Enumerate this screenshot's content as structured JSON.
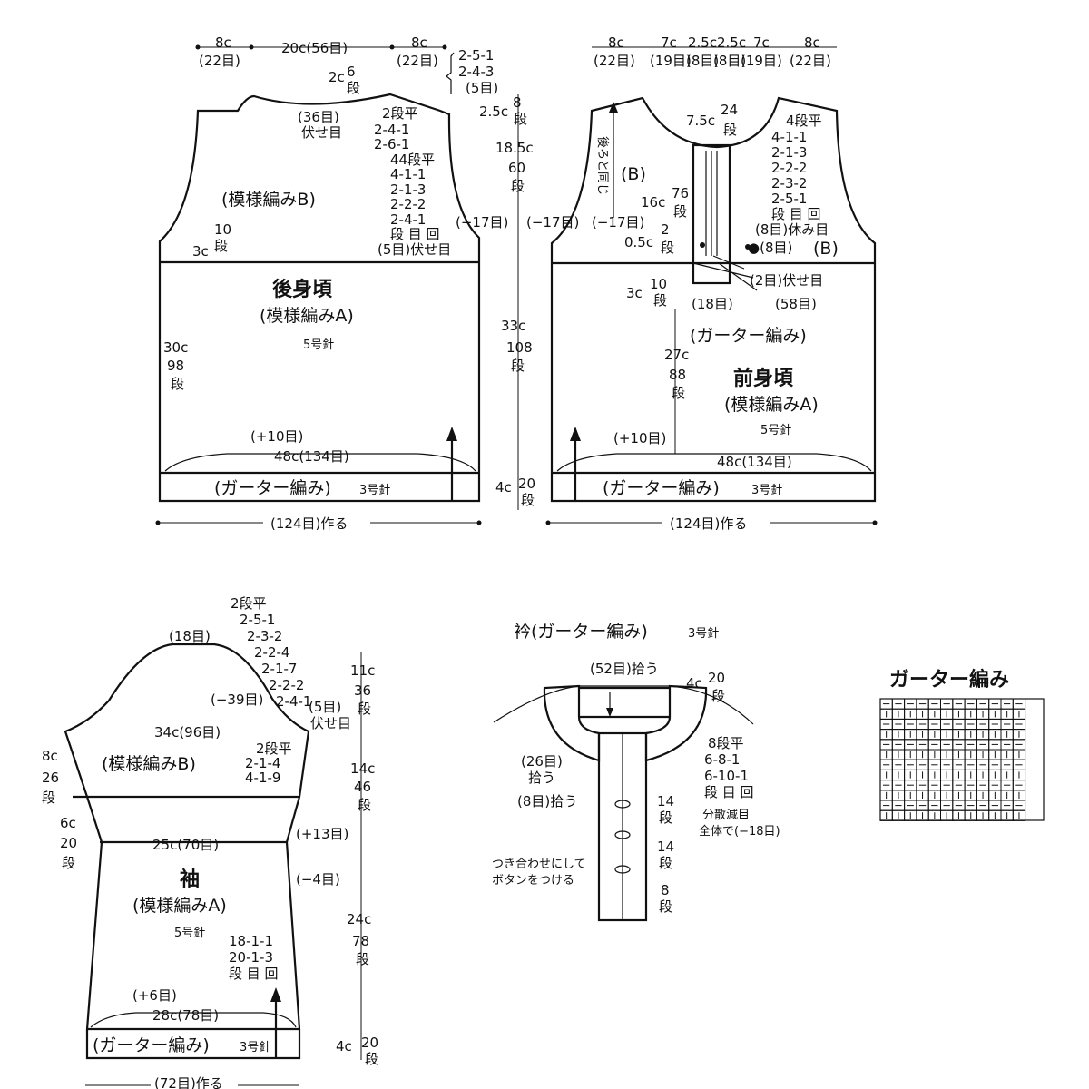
{
  "back": {
    "title": "後身頃",
    "pattern_a": "(模様編みA)",
    "needle": "5号針",
    "pattern_b": "(模様編みB)",
    "garter": "(ガーター編み)",
    "garter_needle": "3号針",
    "top_dims": [
      "8c",
      "20c(56目)",
      "8c"
    ],
    "top_sub": [
      "(22目)",
      "(22目)"
    ],
    "shoulder": [
      "2-5-1",
      "2-4-3",
      "(5目)"
    ],
    "neck_depth": [
      "2c",
      "6",
      "段"
    ],
    "neck_bind": [
      "(36目)",
      "伏せ目"
    ],
    "armhole": [
      "2段平",
      "2-4-1",
      "2-6-1",
      "44段平",
      "4-1-1",
      "2-1-3",
      "2-2-2",
      "2-4-1",
      "段 目 回",
      "(5目)伏せ目"
    ],
    "armhole_dec": "(−17目)",
    "side_b": [
      "10",
      "段",
      "3c"
    ],
    "side_a": [
      "30c",
      "98",
      "段"
    ],
    "inc": "(+10目)",
    "width": "48c(134目)",
    "cast": "(124目)作る"
  },
  "mid_dims": [
    "8",
    "段",
    "2.5c",
    "18.5c",
    "60",
    "段",
    "(−17目)",
    "33c",
    "108",
    "段",
    "4c",
    "20",
    "段"
  ],
  "front": {
    "title": "前身頃",
    "pattern_a": "(模様編みA)",
    "needle": "5号針",
    "garter": "(ガーター編み)",
    "garter_band": "(ガーター編み)",
    "garter_needle": "3号針",
    "top_dims": [
      "8c",
      "7c",
      "2.5c",
      "2.5c",
      "7c",
      "8c"
    ],
    "top_sub": [
      "(22目)",
      "(19目)",
      "(8目)",
      "(8目)",
      "(19目)",
      "(22目)"
    ],
    "same_as_back": "後ろと同じ",
    "b_left": "(B)",
    "b_right": "(B)",
    "neck_dims": [
      "7.5c",
      "24",
      "段"
    ],
    "band_dims": [
      "16c",
      "76",
      "段",
      "0.5c",
      "2",
      "段",
      "3c",
      "10",
      "段"
    ],
    "neck_shaping": [
      "4段平",
      "4-1-1",
      "2-1-3",
      "2-2-2",
      "2-3-2",
      "2-5-1",
      "段 目 回",
      "(8目)休み目"
    ],
    "bind_labels": [
      "●(8目)",
      "(2目)伏せ目",
      "(18目)",
      "(58目)"
    ],
    "side": [
      "27c",
      "88",
      "段"
    ],
    "inc": "(+10目)",
    "width": "48c(134目)",
    "cast": "(124目)作る"
  },
  "sleeve": {
    "title": "袖",
    "pattern_a": "(模様編みA)",
    "needle": "5号針",
    "pattern_b": "(模様編みB)",
    "garter": "(ガーター編み)",
    "garter_needle": "3号針",
    "cap_top": "(18目)",
    "cap_shaping": [
      "2段平",
      "2-5-1",
      "2-3-2",
      "2-2-4",
      "2-1-7",
      "2-2-2",
      "2-4-1",
      "(5目)",
      "伏せ目"
    ],
    "cap_dec": "(−39目)",
    "width_top": "34c(96目)",
    "b_shaping": [
      "2段平",
      "2-1-4",
      "4-1-9"
    ],
    "left_dims": [
      "8c",
      "26",
      "段",
      "6c",
      "20",
      "段"
    ],
    "width_mid": "25c(70目)",
    "inc_mid": "(+13目)",
    "dec": "(−4目)",
    "a_shaping": [
      "18-1-1",
      "20-1-3",
      "段 目 回"
    ],
    "inc_bottom": "(+6目)",
    "width_bottom": "28c(78目)",
    "cast": "(72目)作る",
    "right_dims": [
      "11c",
      "36",
      "段",
      "14c",
      "46",
      "段",
      "24c",
      "78",
      "段",
      "4c",
      "20",
      "段"
    ]
  },
  "collar": {
    "title": "衿(ガーター編み)",
    "needle": "3号針",
    "pick_top": "(52目)拾う",
    "dims": [
      "4c",
      "20",
      "段"
    ],
    "pick_side": [
      "(26目)",
      "拾う"
    ],
    "pick_band": "(8目)拾う",
    "band_dims": [
      "14",
      "段",
      "14",
      "段",
      "8",
      "段"
    ],
    "dec_note": [
      "8段平",
      "6-8-1",
      "6-10-1",
      "段 目 回"
    ],
    "dec_total": [
      "分散減目",
      "全体で(−18目)"
    ],
    "button_note": [
      "つき合わせにして",
      "ボタンをつける"
    ]
  },
  "legend": {
    "title": "ガーター編み"
  }
}
